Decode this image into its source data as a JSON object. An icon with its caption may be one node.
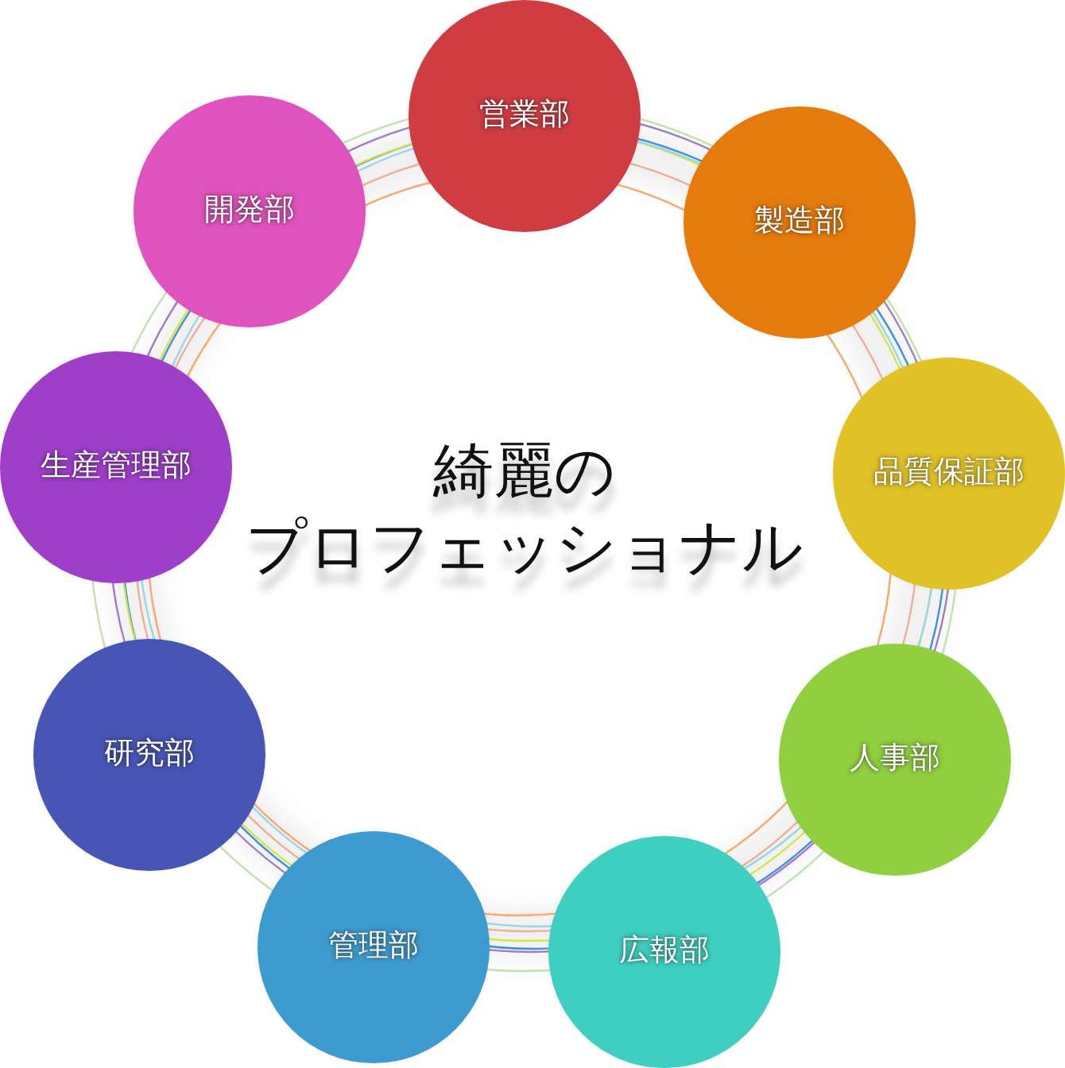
{
  "diagram": {
    "title": "綺麗のプロフェッショナル",
    "nodes": [
      {
        "text": [
          "営業部"
        ]
      },
      {
        "text": [
          "製造部"
        ]
      },
      {
        "text": [
          "品質保証部"
        ]
      },
      {
        "text": [
          "人事部"
        ]
      },
      {
        "text": [
          "広報部"
        ]
      },
      {
        "text": [
          "管理部"
        ]
      },
      {
        "text": [
          "研究部"
        ]
      },
      {
        "text": [
          "生産管理部"
        ]
      },
      {
        "text": [
          "開発部"
        ]
      }
    ]
  }
}
